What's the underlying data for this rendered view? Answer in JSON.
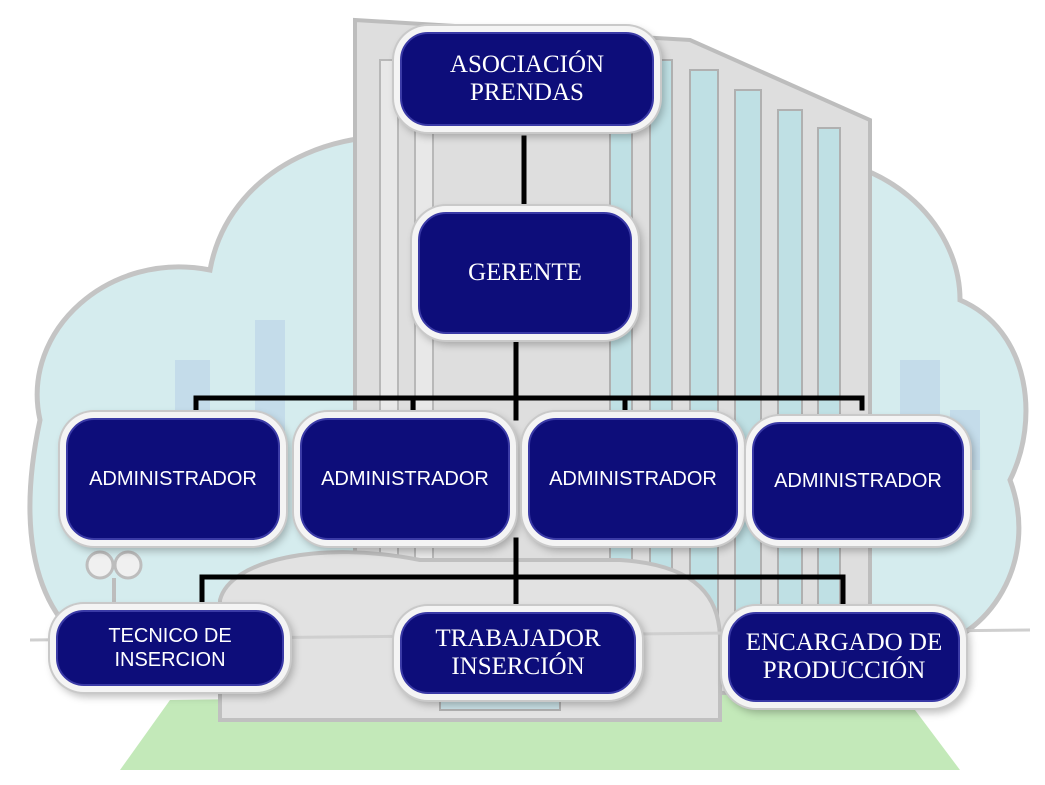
{
  "diagram": {
    "top": {
      "label": "ASOCIACIÓN\nPRENDAS"
    },
    "manager": {
      "label": "GERENTE"
    },
    "admins": [
      {
        "label": "ADMINISTRADOR"
      },
      {
        "label": "ADMINISTRADOR"
      },
      {
        "label": "ADMINISTRADOR"
      },
      {
        "label": "ADMINISTRADOR"
      }
    ],
    "staff": [
      {
        "label": "TECNICO DE\nINSERCION"
      },
      {
        "label": "TRABAJADOR\nINSERCIÓN"
      },
      {
        "label": "ENCARGADO DE\nPRODUCCIÓN"
      }
    ]
  },
  "colors": {
    "node_fill": "#0d0d7a",
    "node_text": "#ffffff",
    "connector": "#000000",
    "sky": "#cfe8ea",
    "building": "#d8d8d8",
    "grass": "#b9e6b0"
  }
}
